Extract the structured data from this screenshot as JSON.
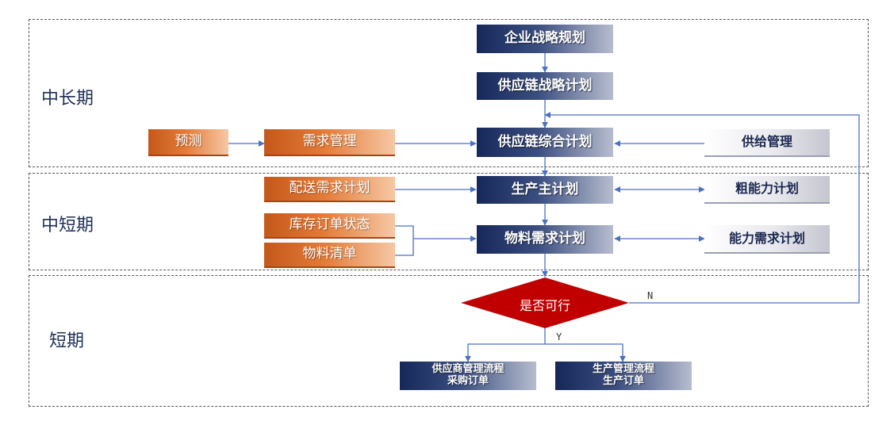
{
  "zones": {
    "long_term": "中长期",
    "medium_short": "中短期",
    "short_term": "短期"
  },
  "nodes": {
    "enterprise_strategy": "企业战略规划",
    "supply_chain_strategy": "供应链战略计划",
    "supply_chain_integrated": "供应链综合计划",
    "forecast": "预测",
    "demand_management": "需求管理",
    "supply_management": "供给管理",
    "master_production": "生产主计划",
    "distribution_demand": "配送需求计划",
    "rough_capacity": "粗能力计划",
    "inventory_order_status": "库存订单状态",
    "bill_of_materials": "物料清单",
    "material_requirement": "物料需求计划",
    "capacity_requirement": "能力需求计划",
    "decision": "是否可行",
    "supplier_process_line1": "供应商管理流程",
    "supplier_process_line2": "采购订单",
    "production_process_line1": "生产管理流程",
    "production_process_line2": "生产订单"
  },
  "edges": {
    "no_label": "N",
    "yes_label": "Y"
  },
  "colors": {
    "navy": "#16285a",
    "orange": "#c4581b",
    "decision_red": "#c00000",
    "connector_blue": "#4a72c4"
  }
}
